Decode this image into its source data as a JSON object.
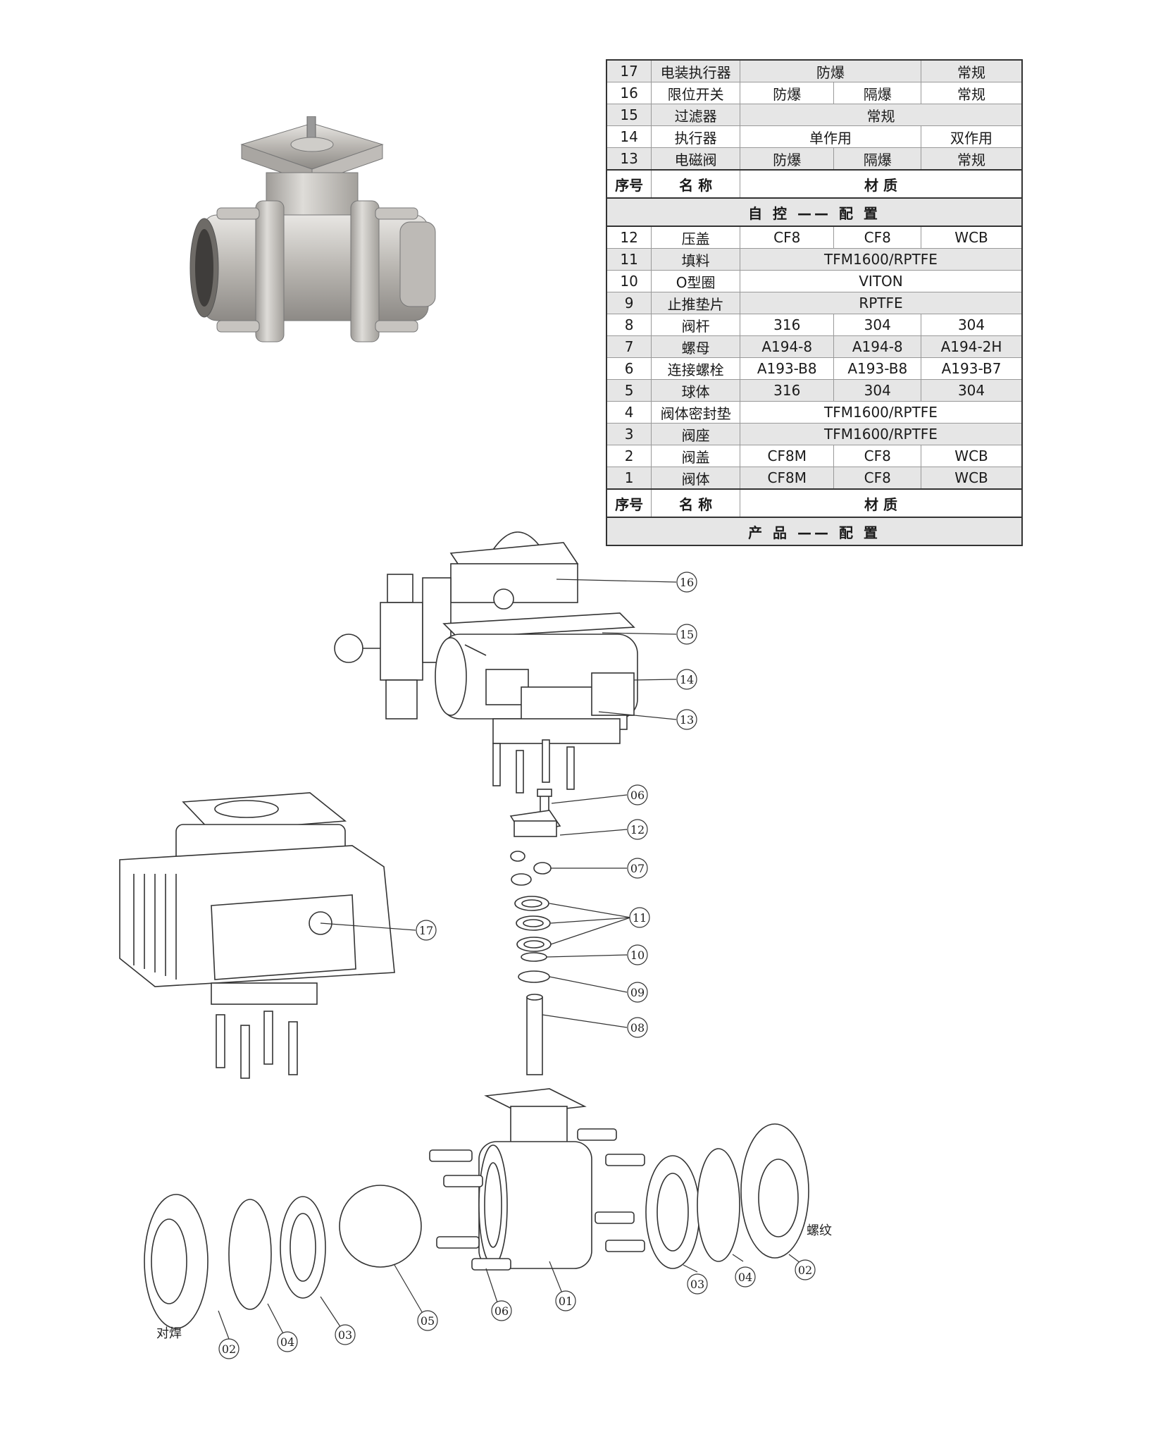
{
  "bom_table": {
    "auto_rows": [
      {
        "no": "17",
        "name": "电装执行器",
        "c1": "防爆",
        "c2": "",
        "c3": "常规",
        "layout": "17"
      },
      {
        "no": "16",
        "name": "限位开关",
        "c1": "防爆",
        "c2": "隔爆",
        "c3": "常规",
        "layout": "3"
      },
      {
        "no": "15",
        "name": "过滤器",
        "span": "常规"
      },
      {
        "no": "14",
        "name": "执行器",
        "c1": "单作用",
        "c2": "",
        "c3": "双作用",
        "layout": "17"
      },
      {
        "no": "13",
        "name": "电磁阀",
        "c1": "防爆",
        "c2": "隔爆",
        "c3": "常规",
        "layout": "3"
      }
    ],
    "header_no": "序号",
    "header_name": "名 称",
    "header_mat": "材          质",
    "auto_section": "自 控 —— 配 置",
    "product_rows": [
      {
        "no": "12",
        "name": "压盖",
        "c1": "CF8",
        "c2": "CF8",
        "c3": "WCB"
      },
      {
        "no": "11",
        "name": "填料",
        "span": "TFM1600/RPTFE"
      },
      {
        "no": "10",
        "name": "O型圈",
        "span": "VITON"
      },
      {
        "no": "9",
        "name": "止推垫片",
        "span": "RPTFE"
      },
      {
        "no": "8",
        "name": "阀杆",
        "c1": "316",
        "c2": "304",
        "c3": "304"
      },
      {
        "no": "7",
        "name": "螺母",
        "c1": "A194-8",
        "c2": "A194-8",
        "c3": "A194-2H"
      },
      {
        "no": "6",
        "name": "连接螺栓",
        "c1": "A193-B8",
        "c2": "A193-B8",
        "c3": "A193-B7"
      },
      {
        "no": "5",
        "name": "球体",
        "c1": "316",
        "c2": "304",
        "c3": "304"
      },
      {
        "no": "4",
        "name": "阀体密封垫",
        "span": "TFM1600/RPTFE"
      },
      {
        "no": "3",
        "name": "阀座",
        "span": "TFM1600/RPTFE"
      },
      {
        "no": "2",
        "name": "阀盖",
        "c1": "CF8M",
        "c2": "CF8",
        "c3": "WCB"
      },
      {
        "no": "1",
        "name": "阀体",
        "c1": "CF8M",
        "c2": "CF8",
        "c3": "WCB"
      }
    ],
    "product_section": "产 品 —— 配 置"
  },
  "callouts": {
    "c16": "16",
    "c15": "15",
    "c14": "14",
    "c13": "13",
    "c06a": "06",
    "c12": "12",
    "c07": "07",
    "c11": "11",
    "c10": "10",
    "c09": "09",
    "c08": "08",
    "c17": "17",
    "c02a": "02",
    "c04a": "04",
    "c03a": "03",
    "c05": "05",
    "c06b": "06",
    "c01": "01",
    "c03b": "03",
    "c04b": "04",
    "c02b": "02"
  },
  "labels": {
    "weld": "对焊",
    "thread": "螺纹"
  }
}
